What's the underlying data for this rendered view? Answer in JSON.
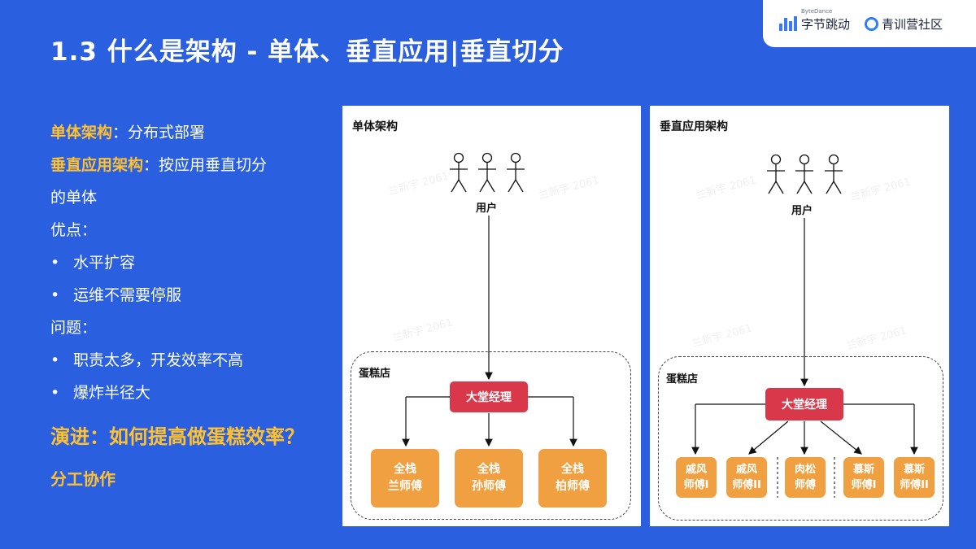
{
  "header": {
    "title": "1.3 什么是架构 - 单体、垂直应用|垂直切分",
    "brand_small": "ByteDance",
    "brand_name": "字节跳动",
    "community": "青训营社区"
  },
  "left": {
    "mono_label": "单体架构",
    "mono_text": "：分布式部署",
    "vertical_label": "垂直应用架构",
    "vertical_text": "：按应用垂直切分",
    "vertical_text2": "的单体",
    "pros_heading": "优点：",
    "pros": [
      "水平扩容",
      "运维不需要停服"
    ],
    "cons_heading": "问题：",
    "cons": [
      "职责太多，开发效率不高",
      "爆炸半径大"
    ],
    "bullet_symbol": "•",
    "evolve": "演进：如何提高做蛋糕效率？",
    "divide": "分工协作"
  },
  "diagram_mono": {
    "title": "单体架构",
    "user_label": "用户",
    "shop_label": "蛋糕店",
    "manager": "大堂经理",
    "chefs": [
      {
        "line1": "全栈",
        "line2": "兰师傅"
      },
      {
        "line1": "全栈",
        "line2": "孙师傅"
      },
      {
        "line1": "全栈",
        "line2": "柏师傅"
      }
    ]
  },
  "diagram_vertical": {
    "title": "垂直应用架构",
    "user_label": "用户",
    "shop_label": "蛋糕店",
    "manager": "大堂经理",
    "chefs": [
      {
        "line1": "戚风",
        "line2": "师傅I"
      },
      {
        "line1": "戚风",
        "line2": "师傅II"
      },
      {
        "line1": "肉松",
        "line2": "师傅"
      },
      {
        "line1": "慕斯",
        "line2": "师傅I"
      },
      {
        "line1": "慕斯",
        "line2": "师傅II"
      }
    ]
  },
  "watermark": "兰新宇 2061",
  "colors": {
    "background": "#2a5fe0",
    "highlight": "#ffc22e",
    "manager": "#d9374a",
    "chef": "#f0a040"
  }
}
